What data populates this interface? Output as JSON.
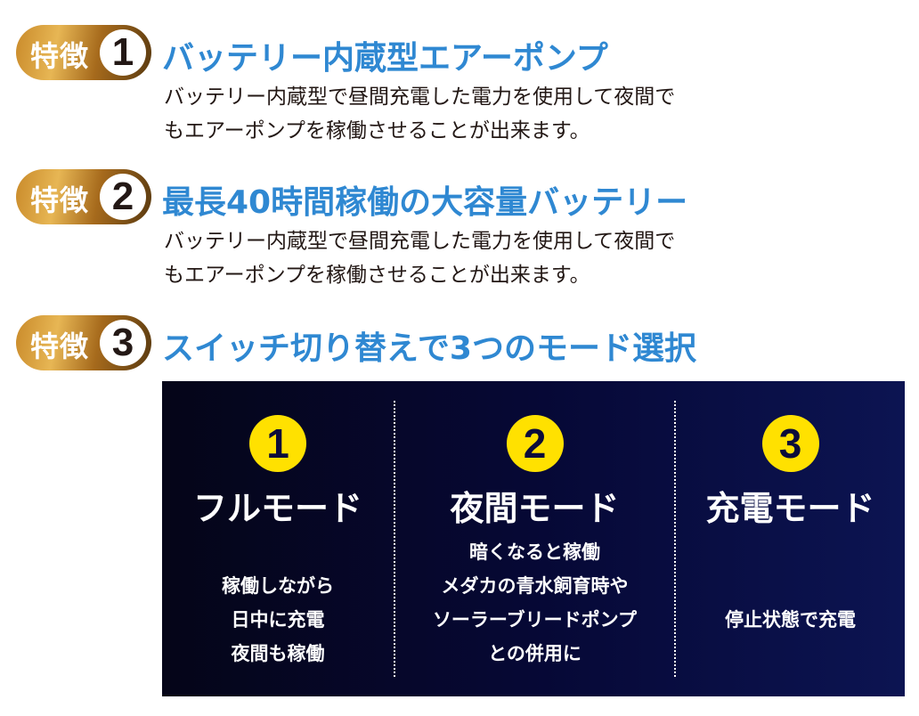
{
  "features": [
    {
      "badge": "特徴",
      "num": "1",
      "title": "バッテリー内蔵型エアーポンプ",
      "lines": [
        "バッテリー内蔵型で昼間充電した電力を使用して夜間で",
        "もエアーポンプを稼働させることが出来ます。"
      ]
    },
    {
      "badge": "特徴",
      "num": "2",
      "title": "最長40時間稼働の大容量バッテリー",
      "lines": [
        "バッテリー内蔵型で昼間充電した電力を使用して夜間で",
        "もエアーポンプを稼働させることが出来ます。"
      ]
    },
    {
      "badge": "特徴",
      "num": "3",
      "title": "スイッチ切り替えで3つのモード選択"
    }
  ],
  "modes": [
    {
      "num": "1",
      "title": "フルモード",
      "lines": [
        "稼働しながら",
        "日中に充電",
        "夜間も稼働"
      ]
    },
    {
      "num": "2",
      "title": "夜間モード",
      "lines": [
        "暗くなると稼働",
        "メダカの青水飼育時や",
        "ソーラーブリードポンプ",
        "との併用に"
      ]
    },
    {
      "num": "3",
      "title": "充電モード",
      "lines": [
        "停止状態で充電"
      ]
    }
  ],
  "colors": {
    "title": "#2f88d2",
    "circle": "#ffe100",
    "panel": "#060835"
  }
}
